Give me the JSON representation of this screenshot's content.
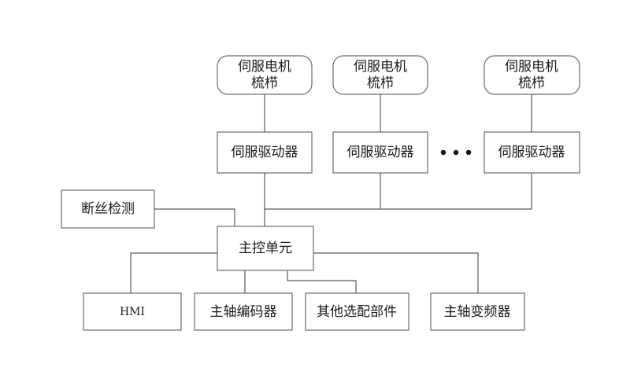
{
  "motors": [
    {
      "line1": "伺服电机",
      "line2": "梳栉"
    },
    {
      "line1": "伺服电机",
      "line2": "梳栉"
    },
    {
      "line1": "伺服电机",
      "line2": "梳栉"
    }
  ],
  "drivers": [
    {
      "label": "伺服驱动器"
    },
    {
      "label": "伺服驱动器"
    },
    {
      "label": "伺服驱动器"
    }
  ],
  "ellipsis": "• • •",
  "break_detection": "断丝检测",
  "main_control": "主控单元",
  "peripherals": [
    {
      "label": "HMI"
    },
    {
      "label": "主轴编码器"
    },
    {
      "label": "其他选配部件"
    },
    {
      "label": "主轴变频器"
    }
  ]
}
